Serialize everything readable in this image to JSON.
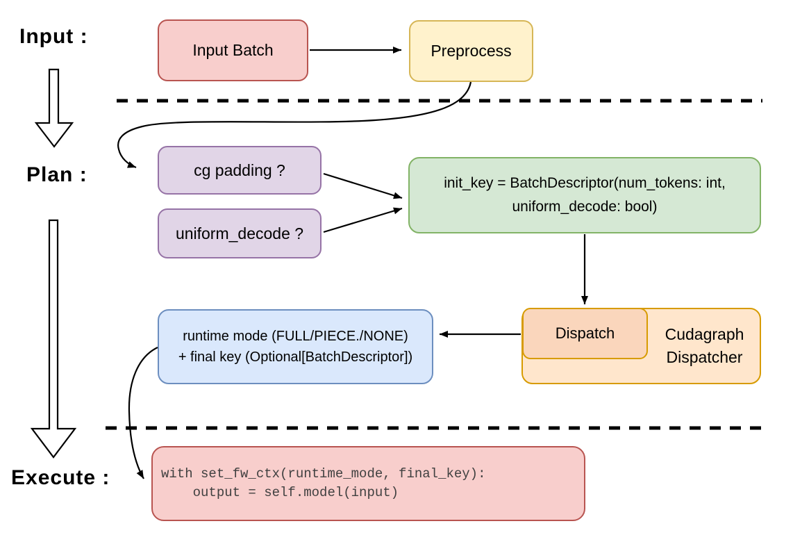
{
  "stage_labels": {
    "input": "Input :",
    "plan": "Plan :",
    "execute": "Execute :"
  },
  "nodes": {
    "input_batch": "Input Batch",
    "preprocess": "Preprocess",
    "cg_padding": "cg padding ?",
    "uniform_decode": "uniform_decode ?",
    "init_key": "init_key = BatchDescriptor(num_tokens: int,\nuniform_decode: bool)",
    "dispatch": "Dispatch",
    "cudagraph_dispatcher": "Cudagraph\nDispatcher",
    "runtime_mode": "runtime mode (FULL/PIECE./NONE)\n+ final key (Optional[BatchDescriptor])",
    "execute_code": "with set_fw_ctx(runtime_mode, final_key):\n    output = self.model(input)"
  },
  "colors": {
    "background": "#FFFFFF",
    "connector": "#000000",
    "red_fill": "#F8CECC",
    "red_stroke": "#B85450",
    "yellow_fill": "#FFF2CC",
    "yellow_stroke": "#D6B656",
    "purple_fill": "#E1D5E7",
    "purple_stroke": "#9673A6",
    "green_fill": "#D5E8D4",
    "green_stroke": "#82B366",
    "orange_fill": "#FFE6CC",
    "orange_stroke": "#D79B00",
    "dispatch_fill": "#FAD6BC",
    "blue_fill": "#DAE8FC",
    "blue_stroke": "#6C8EBF",
    "code_text": "#404040"
  }
}
